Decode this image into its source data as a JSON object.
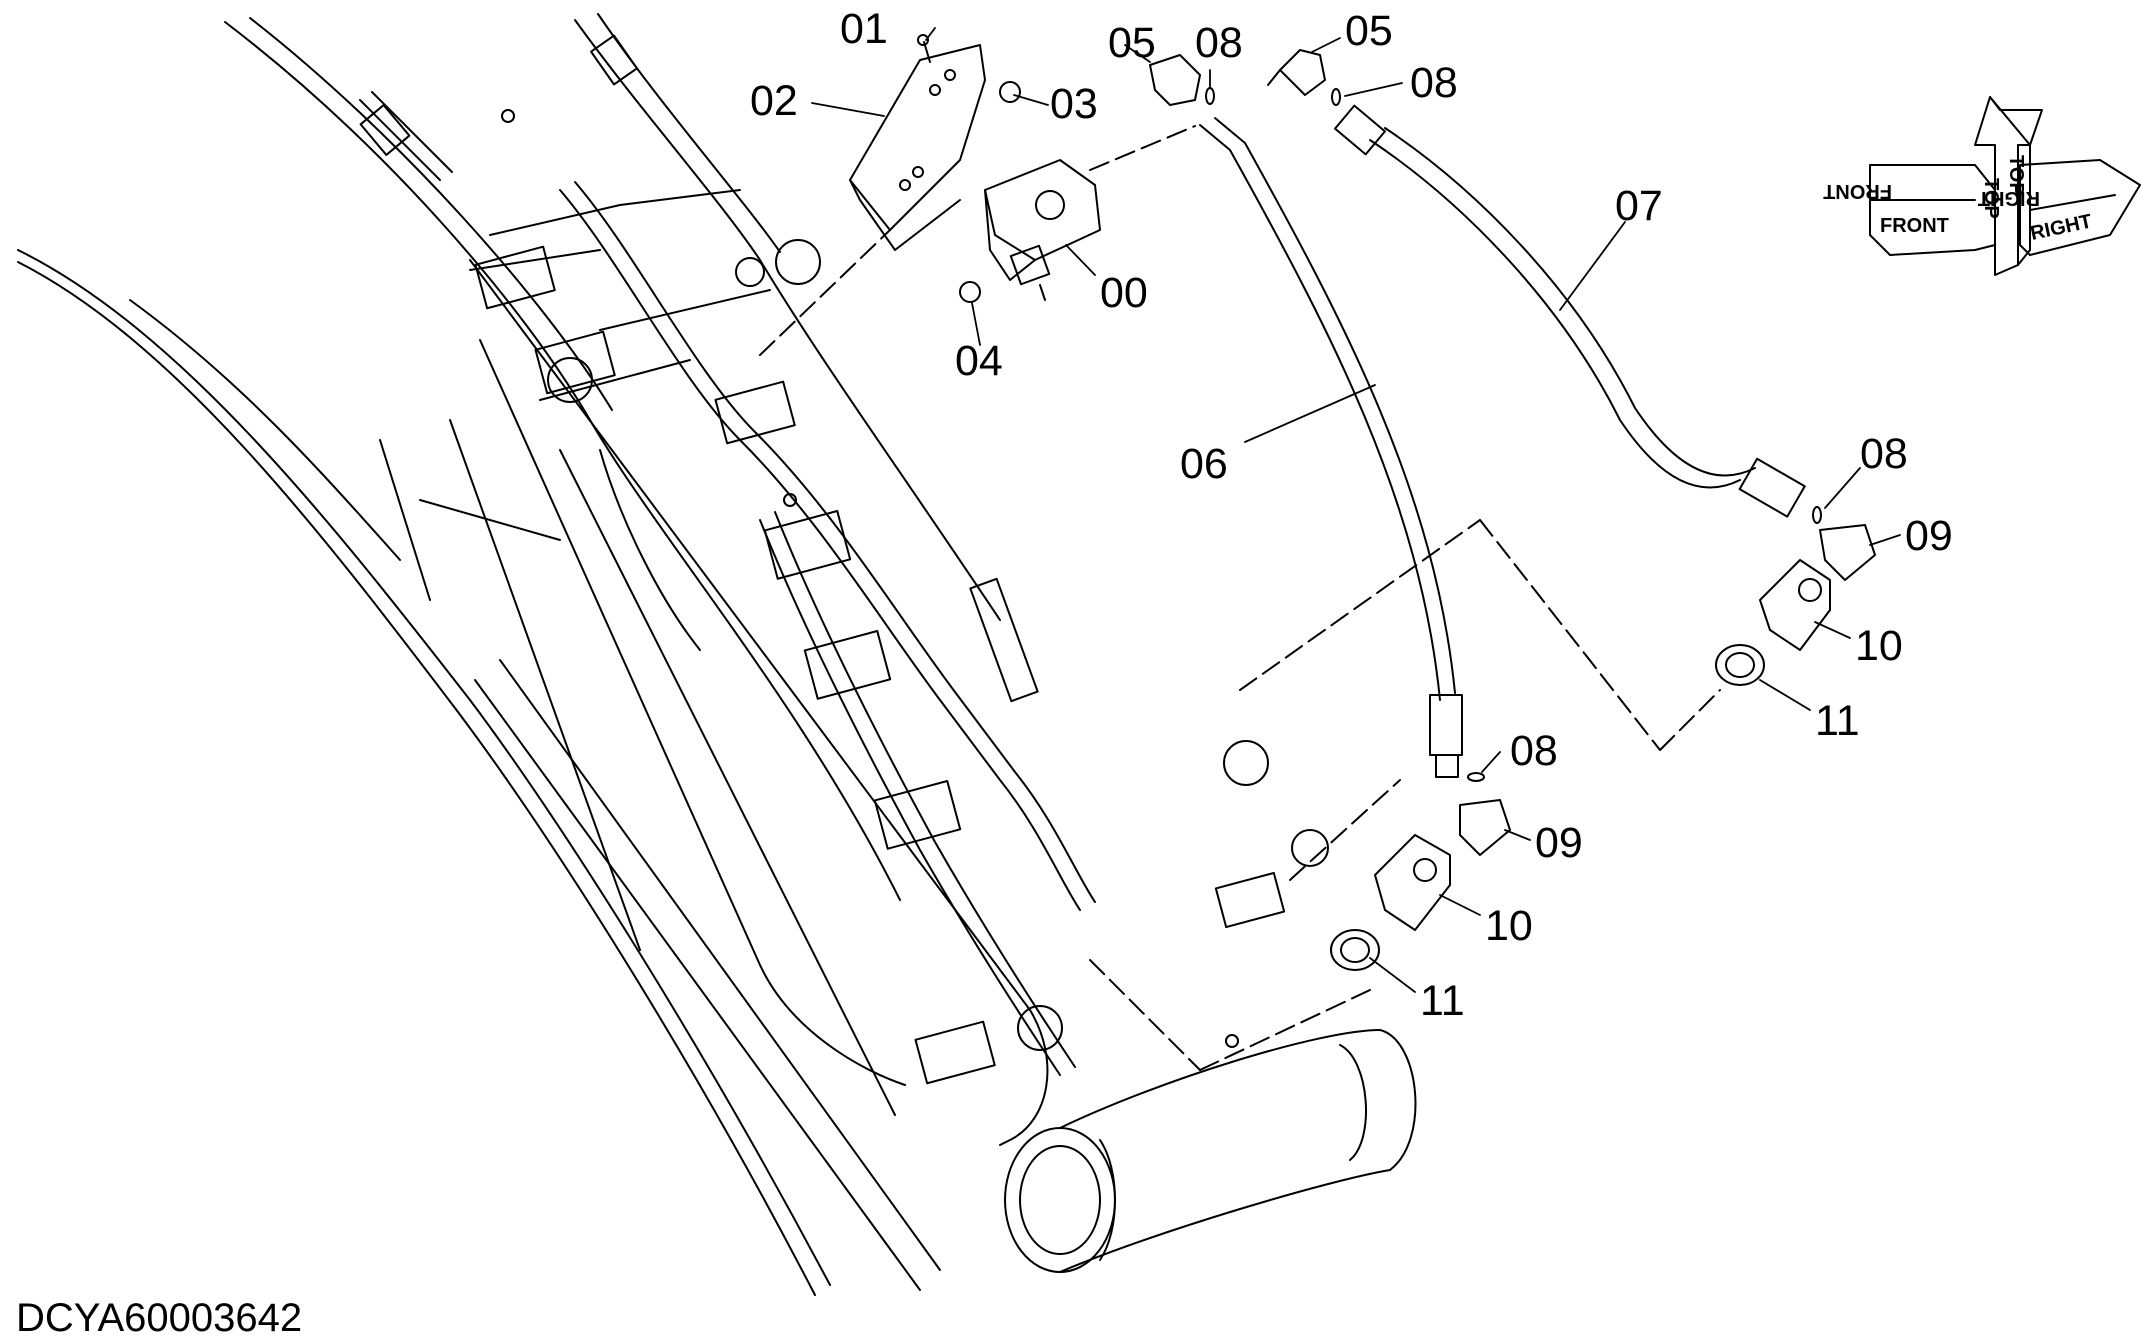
{
  "drawing_code": "DCYA60003642",
  "orientation_labels": {
    "top_a": "TOP",
    "top_b": "TOP",
    "front_a": "FRONT",
    "front_b": "FRONT",
    "right_a": "RIGHT",
    "right_b": "RIGHT"
  },
  "callouts": [
    {
      "id": "c-01",
      "text": "01"
    },
    {
      "id": "c-02",
      "text": "02"
    },
    {
      "id": "c-03",
      "text": "03"
    },
    {
      "id": "c-00",
      "text": "00"
    },
    {
      "id": "c-04",
      "text": "04"
    },
    {
      "id": "c-05a",
      "text": "05"
    },
    {
      "id": "c-08a",
      "text": "08"
    },
    {
      "id": "c-05b",
      "text": "05"
    },
    {
      "id": "c-08b",
      "text": "08"
    },
    {
      "id": "c-07",
      "text": "07"
    },
    {
      "id": "c-06",
      "text": "06"
    },
    {
      "id": "c-08c",
      "text": "08"
    },
    {
      "id": "c-09a",
      "text": "09"
    },
    {
      "id": "c-10a",
      "text": "10"
    },
    {
      "id": "c-11a",
      "text": "11"
    },
    {
      "id": "c-08d",
      "text": "08"
    },
    {
      "id": "c-09b",
      "text": "09"
    },
    {
      "id": "c-10b",
      "text": "10"
    },
    {
      "id": "c-11b",
      "text": "11"
    }
  ]
}
